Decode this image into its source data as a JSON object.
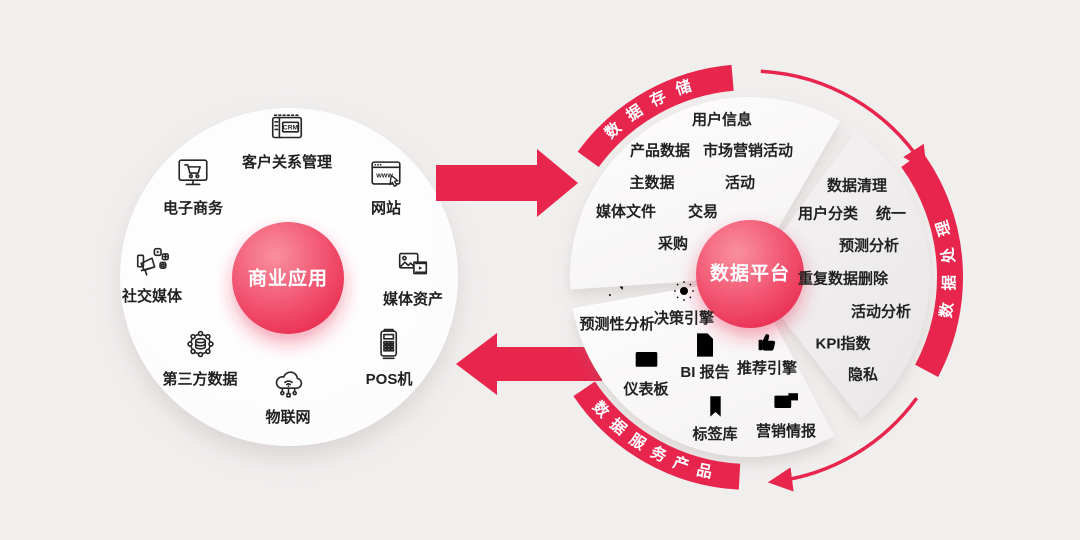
{
  "colors": {
    "background": "#f1efee",
    "red": "#e8254d",
    "pink_gradient_start": "#f98fa0",
    "pink_gradient_end": "#e92a4f",
    "text": "#212121",
    "band_text": "#ffffff"
  },
  "left_circle": {
    "center_label": "商业应用",
    "items": [
      {
        "label": "客户关系管理",
        "icon": "crm-icon",
        "icon_text": "CRM"
      },
      {
        "label": "电子商务",
        "icon": "ecommerce-icon"
      },
      {
        "label": "网站",
        "icon": "website-icon",
        "icon_text": "www"
      },
      {
        "label": "社交媒体",
        "icon": "social-media-icon"
      },
      {
        "label": "媒体资产",
        "icon": "media-assets-icon"
      },
      {
        "label": "第三方数据",
        "icon": "third-party-data-icon"
      },
      {
        "label": "POS机",
        "icon": "pos-terminal-icon"
      },
      {
        "label": "物联网",
        "icon": "iot-cloud-icon"
      }
    ]
  },
  "right_circle": {
    "center_label": "数据平台",
    "segments": [
      {
        "band_label": "数据存储",
        "items": [
          "用户信息",
          "产品数据",
          "市场营销活动",
          "主数据",
          "活动",
          "媒体文件",
          "交易",
          "采购"
        ]
      },
      {
        "band_label": "数据处理",
        "items": [
          "数据清理",
          "用户分类",
          "统一",
          "预测分析",
          "重复数据删除",
          "活动分析",
          "KPI指数",
          "隐私"
        ]
      },
      {
        "band_label": "数据服务产品",
        "items": [
          {
            "label": "预测性分析",
            "icon": "predictive-analytics-icon"
          },
          {
            "label": "决策引擎",
            "icon": "decision-engine-icon"
          },
          {
            "label": "BI 报告",
            "icon": "bi-report-icon"
          },
          {
            "label": "推荐引擎",
            "icon": "recommendation-engine-icon"
          },
          {
            "label": "仪表板",
            "icon": "dashboard-icon"
          },
          {
            "label": "标签库",
            "icon": "tag-library-icon"
          },
          {
            "label": "营销情报",
            "icon": "marketing-intel-icon"
          }
        ]
      }
    ]
  }
}
